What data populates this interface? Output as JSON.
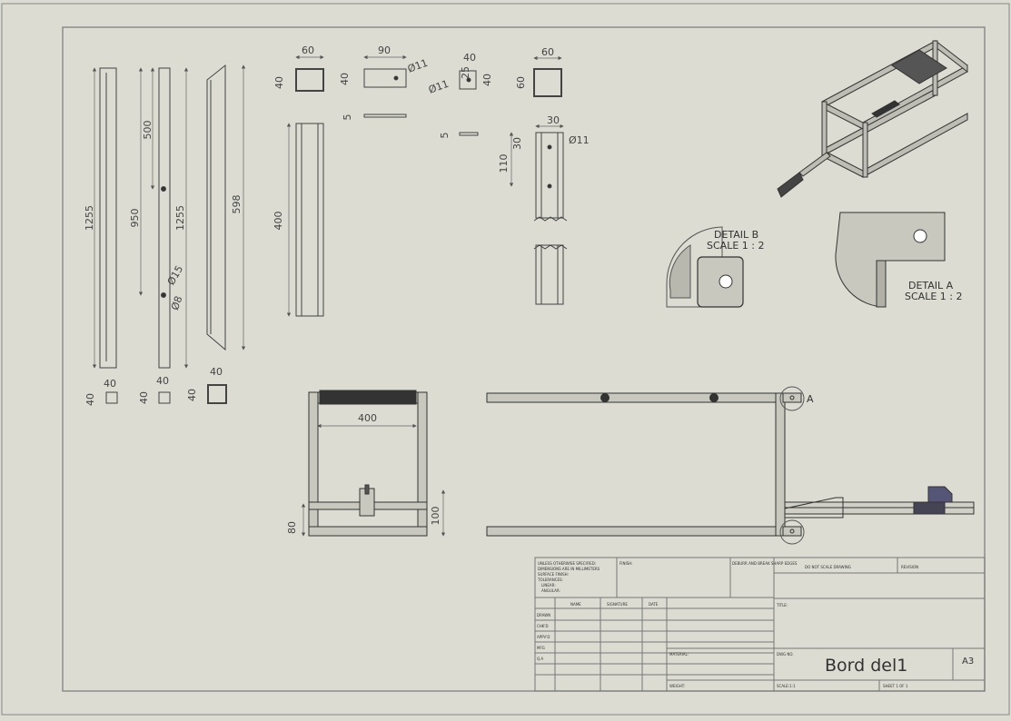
{
  "dims": {
    "bar1_length": "1255",
    "bar1_w": "40",
    "bar1_h": "40",
    "bar2_top": "500",
    "bar2_span": "950",
    "bar2_length": "1255",
    "bar2_hole1": "Ø15",
    "bar2_hole2": "Ø8",
    "bar2_w": "40",
    "bar2_h": "40",
    "bar3_length": "598",
    "bar3_w": "40",
    "bar3_h": "40",
    "tube_w": "60",
    "tube_h": "40",
    "tube_len": "400",
    "plate_w": "90",
    "plate_h": "40",
    "plate_hole": "Ø11",
    "plate_thk": "5",
    "bracket_w": "40",
    "bracket_h": "40",
    "bracket_hole": "Ø11",
    "bracket_h2": "25",
    "bracket_thk": "5",
    "sq_w": "60",
    "sq_h": "60",
    "post_w": "30",
    "post_top": "30",
    "post_hole": "Ø11",
    "post_span": "110",
    "front_w": "400",
    "front_h1": "80",
    "front_h2": "100"
  },
  "details": {
    "b_title": "DETAIL B",
    "b_scale": "SCALE 1 : 2",
    "a_title": "DETAIL A",
    "a_scale": "SCALE 1 : 2",
    "a_marker": "A"
  },
  "title_block": {
    "notes": [
      "UNLESS OTHERWISE SPECIFIED:",
      "DIMENSIONS ARE IN MILLIMETERS",
      "SURFACE FINISH:",
      "TOLERANCES:",
      "LINEAR:",
      "ANGULAR:"
    ],
    "finish": "FINISH:",
    "deburr": "DEBURR AND BREAK SHARP EDGES",
    "no_scale": "DO NOT SCALE DRAWING",
    "revision": "REVISION",
    "col_name": "NAME",
    "col_signature": "SIGNATURE",
    "col_date": "DATE",
    "rows": [
      "DRAWN",
      "CHK'D",
      "APPV'D",
      "MFG",
      "Q.A"
    ],
    "title_label": "TITLE:",
    "material": "MATERIAL:",
    "dwg_no_label": "DWG NO.",
    "dwg_no": "Bord del1",
    "size": "A3",
    "weight": "WEIGHT:",
    "scale": "SCALE:1:1",
    "sheet": "SHEET 1 OF 1"
  }
}
